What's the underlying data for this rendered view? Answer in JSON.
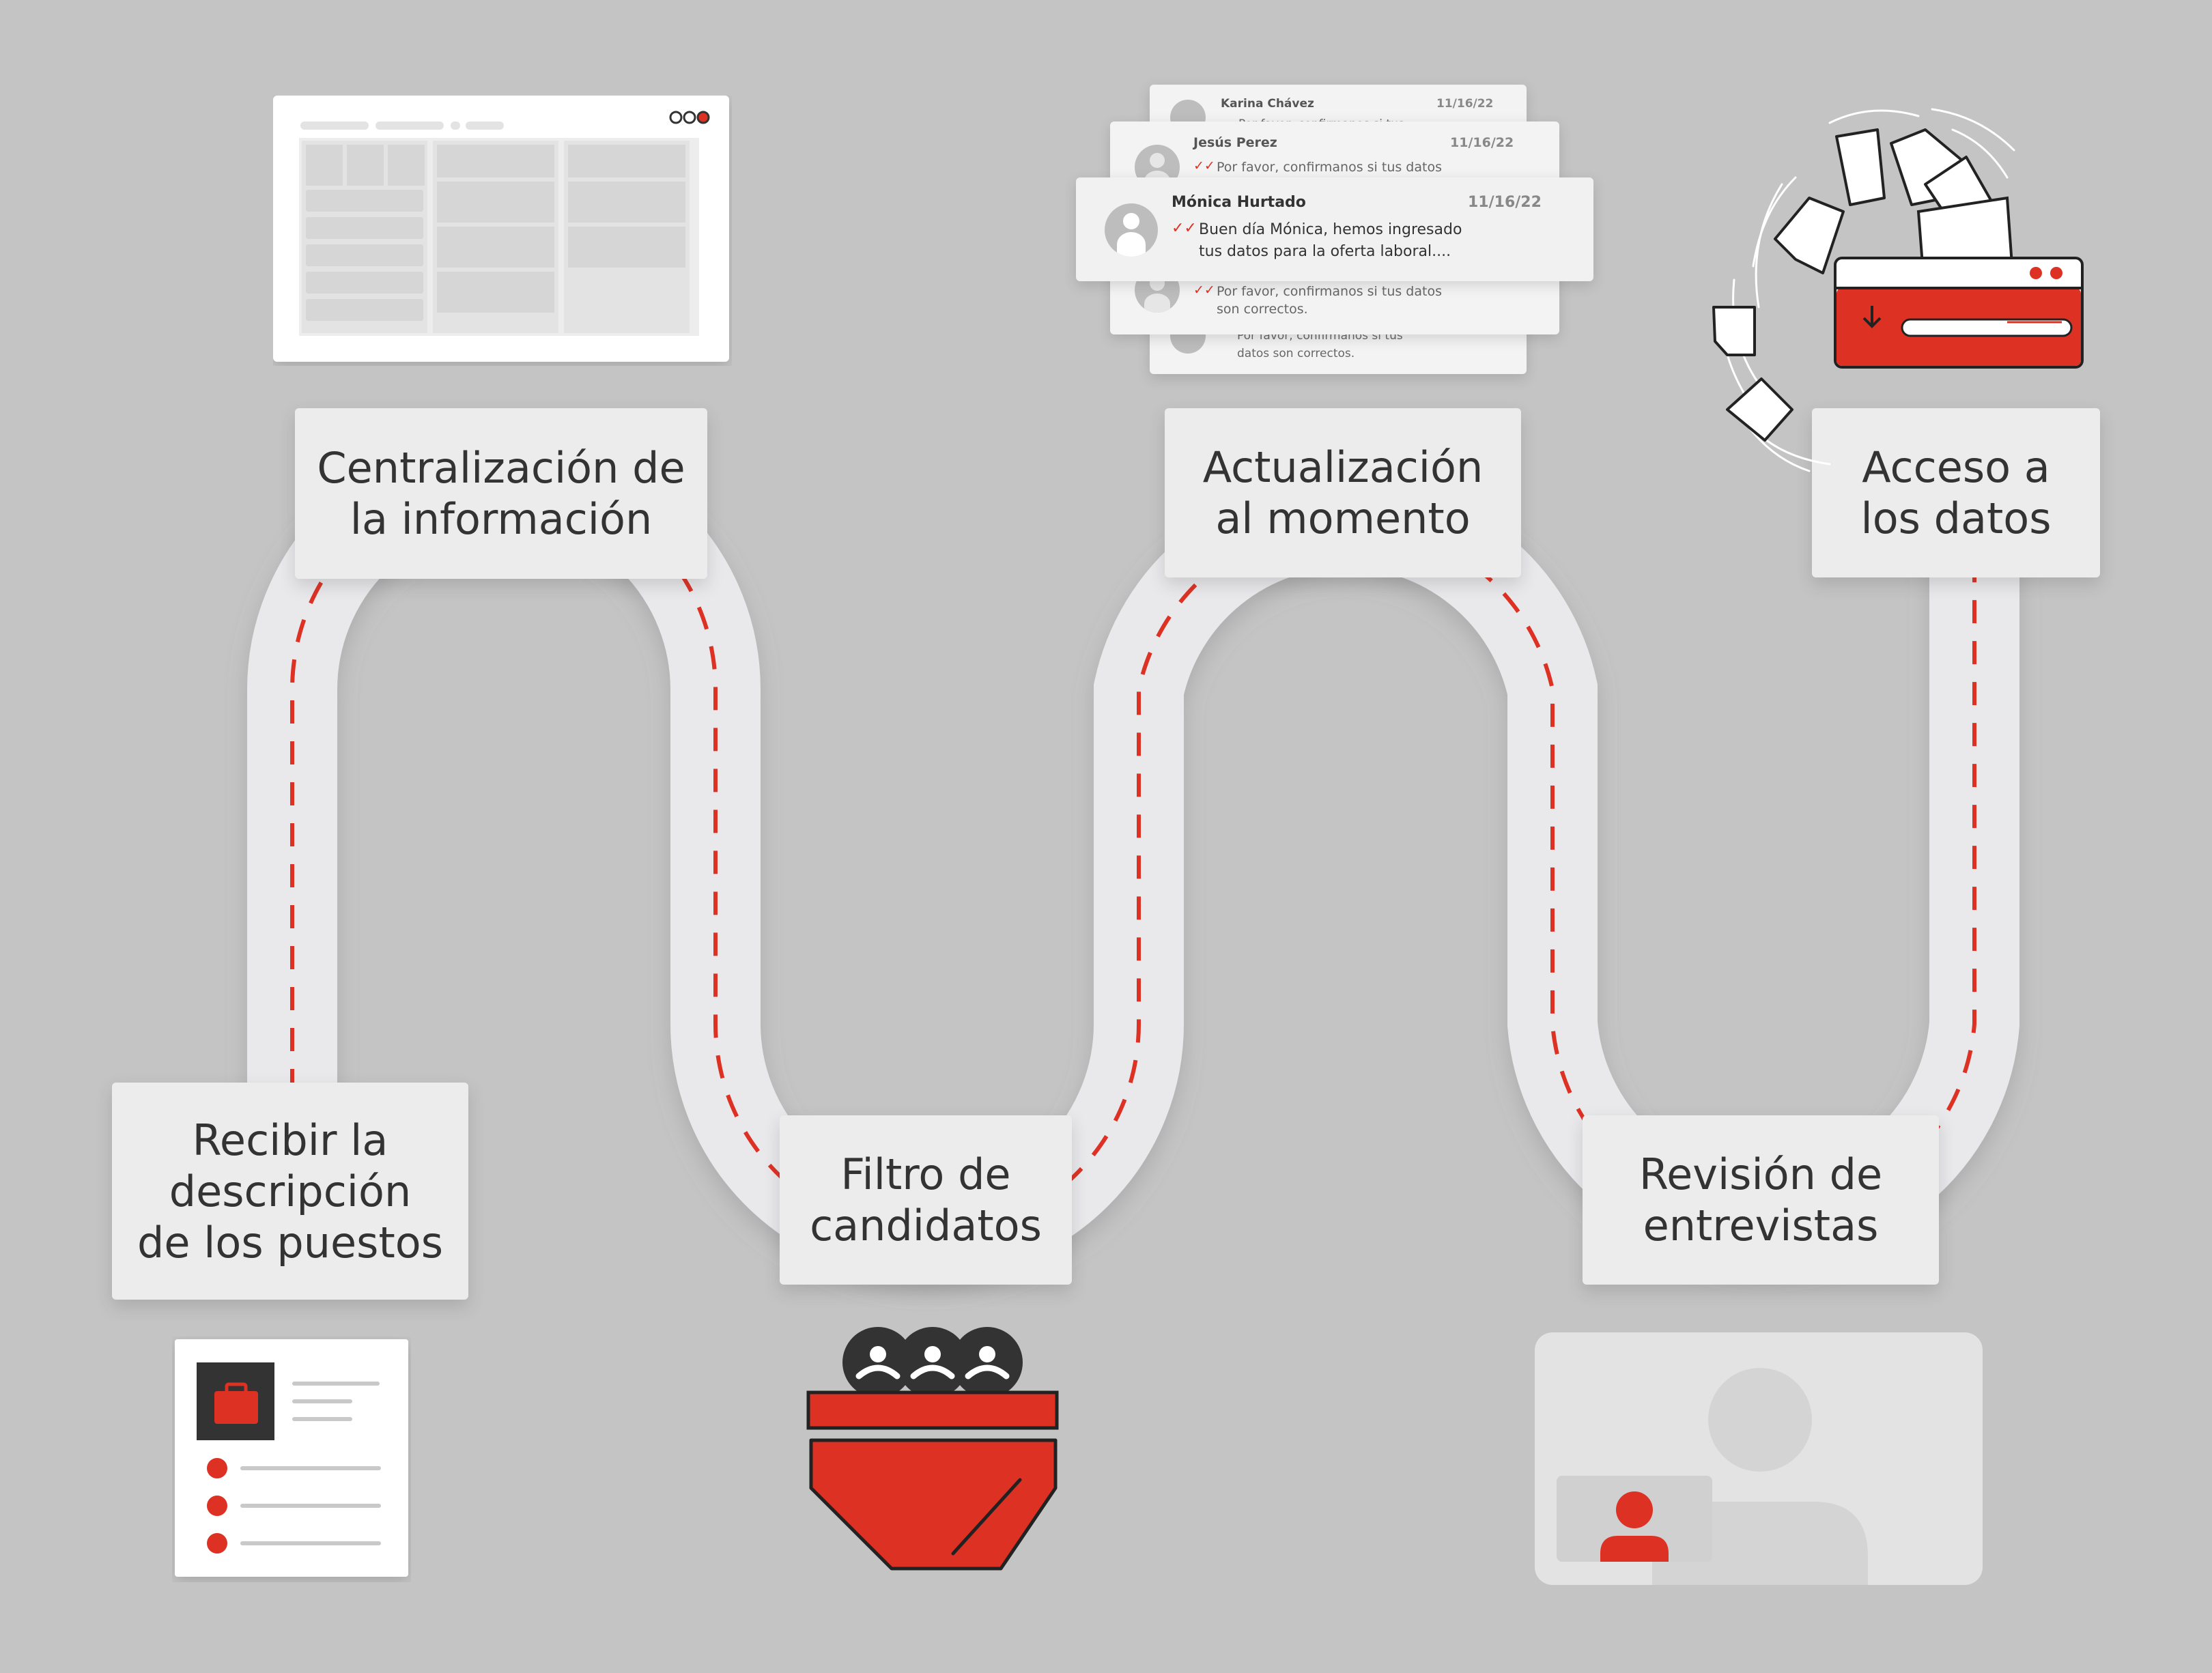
{
  "steps": [
    {
      "label_line1": "Recibir la",
      "label_line2": "descripción",
      "label_line3": "de los puestos"
    },
    {
      "label_line1": "Centralización de",
      "label_line2": "la información"
    },
    {
      "label_line1": "Filtro de",
      "label_line2": "candidatos"
    },
    {
      "label_line1": "Actualización",
      "label_line2": "al momento"
    },
    {
      "label_line1": "Revisión de",
      "label_line2": "entrevistas"
    },
    {
      "label_line1": "Acceso a",
      "label_line2": "los datos"
    }
  ],
  "chat": {
    "back": {
      "name": "Karina Chávez",
      "date": "11/16/22",
      "message": "Por favor, confirmanos si tus",
      "message_bottom_line1": "Por favor, confirmanos si tus",
      "message_bottom_line2": "datos son correctos."
    },
    "middle": {
      "name": "Jesús Perez",
      "date": "11/16/22",
      "message": "Por favor, confirmanos si tus datos",
      "message_bottom_line1": "Por favor, confirmanos si tus datos",
      "message_bottom_line2": "son correctos."
    },
    "front": {
      "name": "Mónica Hurtado",
      "date": "11/16/22",
      "message_line1": "Buen día Mónica, hemos ingresado",
      "message_line2": "tus datos para la oferta laboral...."
    }
  },
  "colors": {
    "background": "#c4c4c4",
    "road": "#e9e9ec",
    "accent_red": "#dd3124",
    "card": "#ececec",
    "text": "#333333"
  },
  "icons": {
    "dashboard": "dashboard-window-icon",
    "job_description": "job-description-document-icon",
    "filter": "candidate-filter-funnel-icon",
    "chat": "chat-messages-icon",
    "interview": "video-interview-icon",
    "data_access": "data-access-documents-icon"
  }
}
